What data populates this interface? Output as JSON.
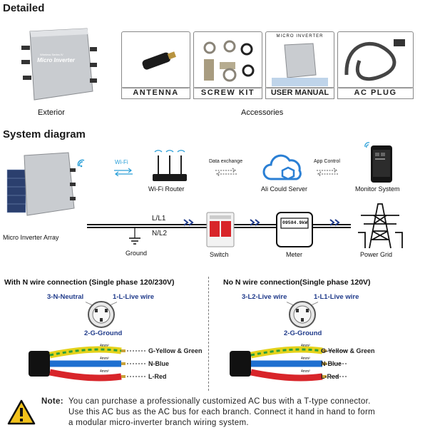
{
  "detailed": {
    "heading": "Detailed",
    "exterior_caption": "Exterior",
    "accessories_caption": "Accessories",
    "device_brand": "Micro Inverter",
    "device_subbrand": "Wireless Series IV",
    "accessories": [
      {
        "label": "ANTENNA"
      },
      {
        "label": "SCREW KIT"
      },
      {
        "label": "USER MANUAL",
        "inner_title": "MICRO INVERTER"
      },
      {
        "label": "AC PLUG"
      }
    ]
  },
  "system": {
    "heading": "System diagram",
    "wifi_tag": "Wi-Fi",
    "router_label": "Wi-Fi Router",
    "data_exchange": "Data exchange",
    "cloud_label": "Ali Could Server",
    "app_control": "App Control",
    "monitor_label": "Monitor System",
    "array_label": "Micro Inverter Array",
    "l1_label": "L/L1",
    "n_label": "N/L2",
    "ground_label": "Ground",
    "switch_label": "Switch",
    "meter_label": "Meter",
    "meter_reading": "09584.9kW",
    "grid_label": "Power Grid"
  },
  "connections": [
    {
      "title": "With N wire connection (Single phase 120/230V)",
      "pin3": "3-N-Neutral",
      "pin1": "1-L-Live wire",
      "pin2": "2-G-Ground",
      "gauge": "4mm²",
      "wires": [
        {
          "label": "G-Yellow & Green",
          "color": "#e5d21a",
          "stripe": "#2e9e3b"
        },
        {
          "label": "N-Blue",
          "color": "#1e6fd0",
          "stripe": null
        },
        {
          "label": "L-Red",
          "color": "#d8252a",
          "stripe": null
        }
      ]
    },
    {
      "title": "No N wire connection(Single phase 120V)",
      "pin3": "3-L2-Live wire",
      "pin1": "1-L1-Live wire",
      "pin2": "2-G-Ground",
      "gauge": "4mm²",
      "wires": [
        {
          "label": "G-Yellow & Green",
          "color": "#e5d21a",
          "stripe": "#2e9e3b"
        },
        {
          "label": "N-Blue",
          "color": "#1e6fd0",
          "stripe": null
        },
        {
          "label": "L-Red",
          "color": "#d8252a",
          "stripe": null
        }
      ]
    }
  ],
  "note": {
    "prefix": "Note:",
    "line1": "You can purchase a professionally customized AC bus with a T-type connector.",
    "line2": "Use this AC bus as the AC bus for each branch. Connect it hand in hand to form",
    "line3": "a modular micro-inverter branch wiring system."
  },
  "colors": {
    "label_blue": "#1f3a8a",
    "arrow_blue": "#1f3a8a",
    "switch_red": "#d8252a",
    "cloud_blue": "#2a7fd4",
    "wifi_blue": "#2a9fd8"
  }
}
